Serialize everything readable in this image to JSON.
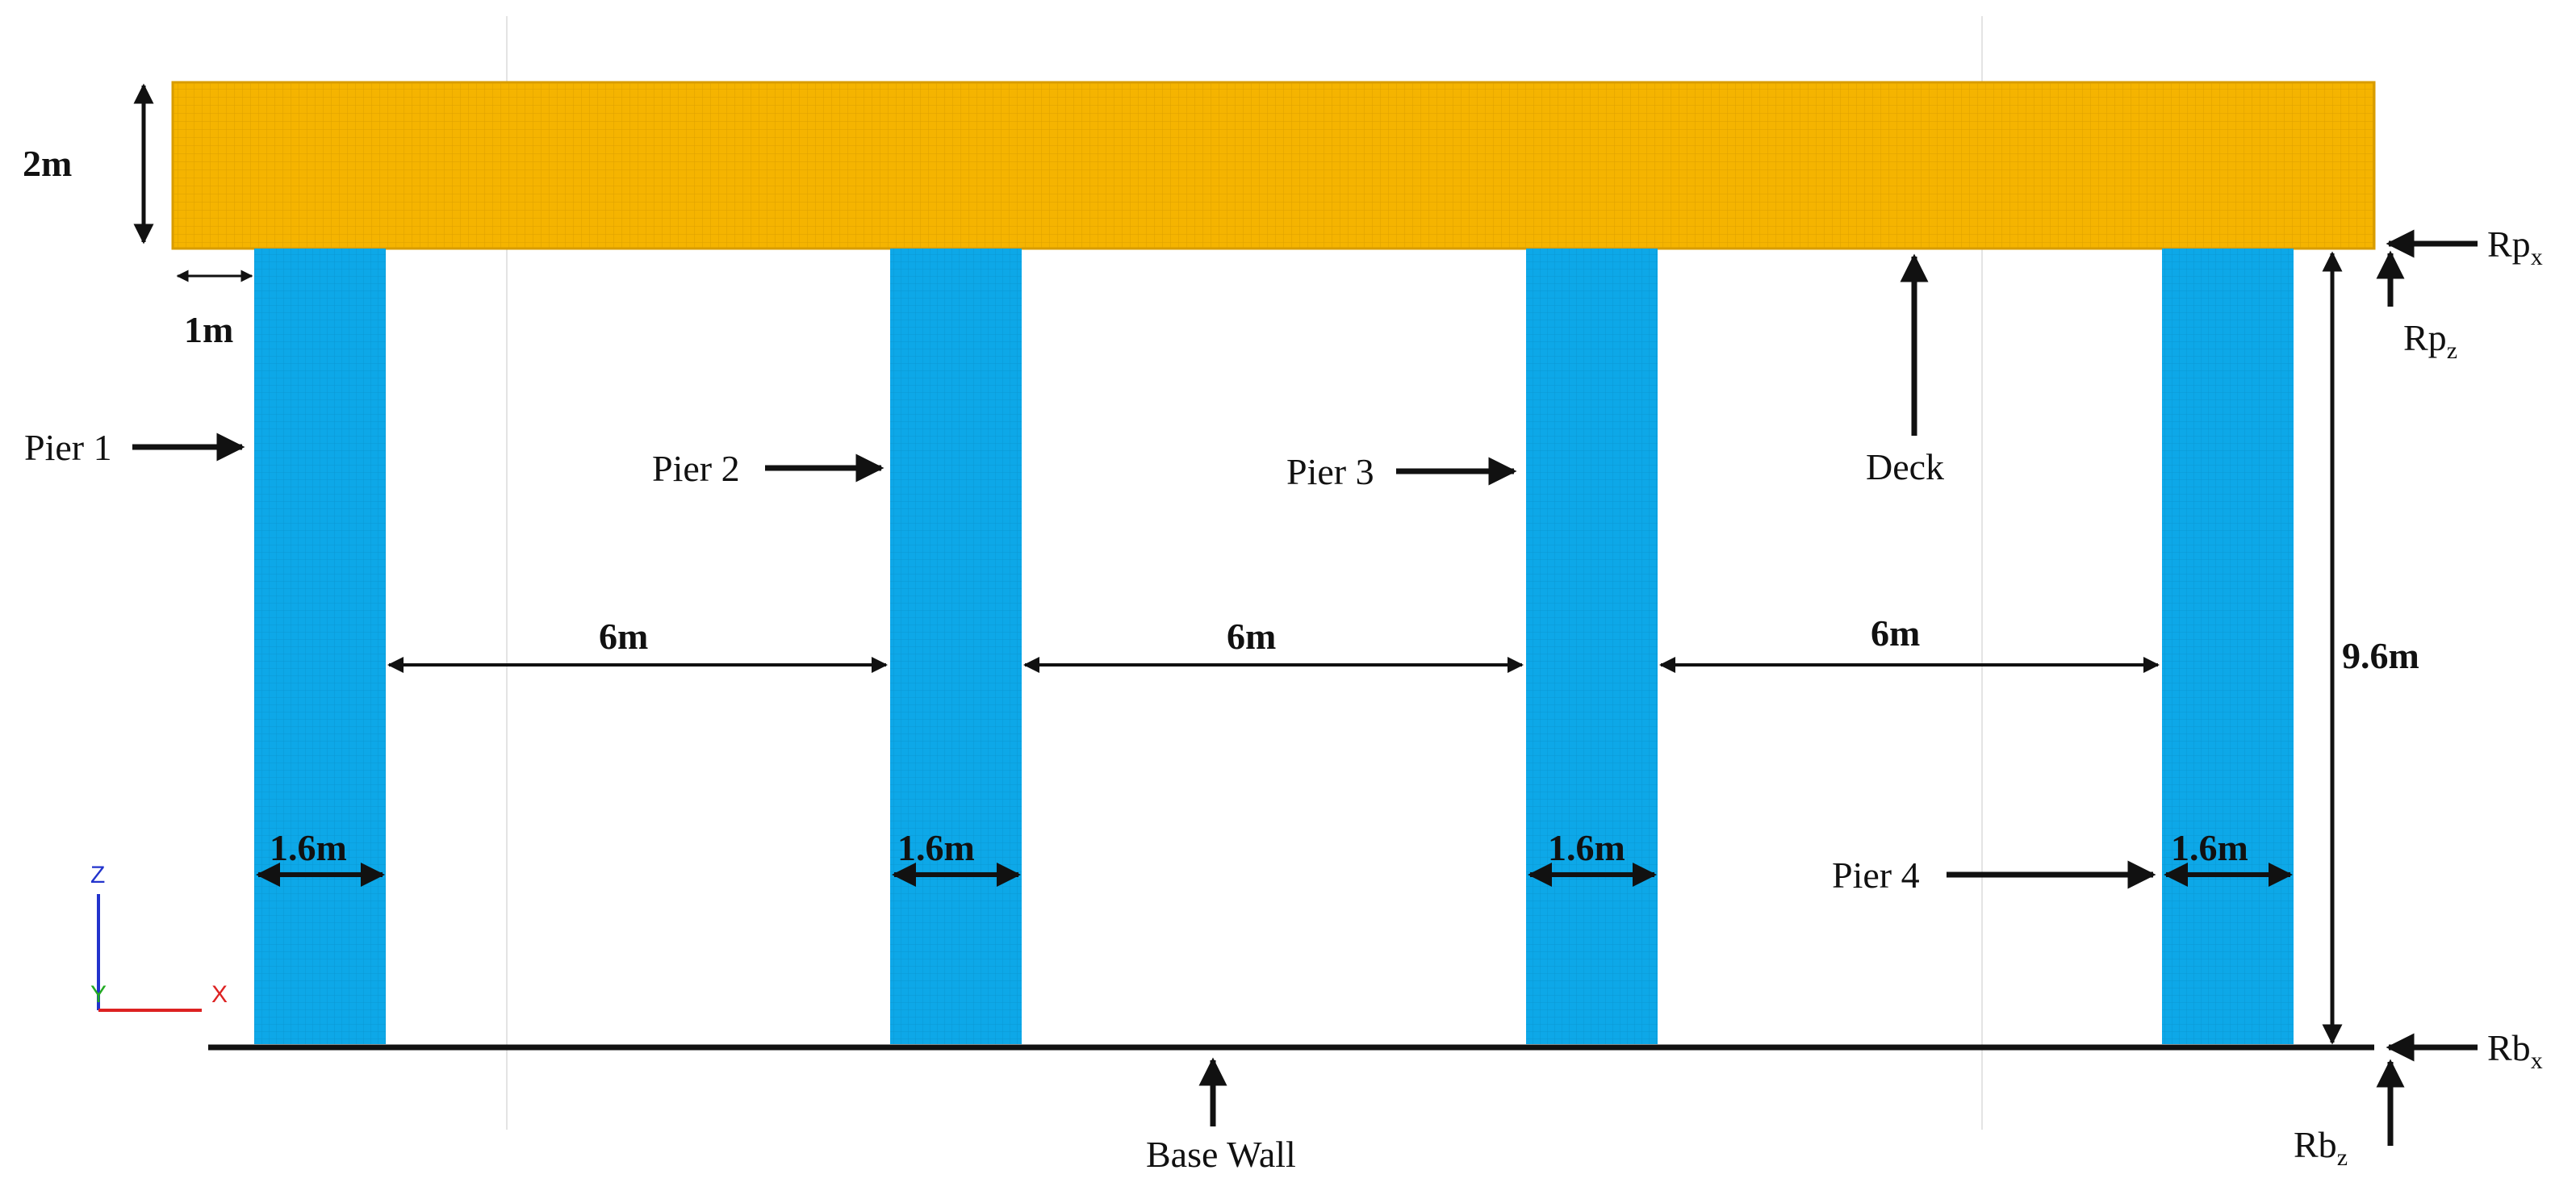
{
  "title": "",
  "dimensions": {
    "deck_depth": "2m",
    "edge_offset": "1m",
    "span_1": "6m",
    "span_2": "6m",
    "span_3": "6m",
    "pier_width_1": "1.6m",
    "pier_width_2": "1.6m",
    "pier_width_3": "1.6m",
    "pier_width_4": "1.6m",
    "pier_height": "9.6m"
  },
  "labels": {
    "pier_1": "Pier 1",
    "pier_2": "Pier 2",
    "pier_3": "Pier 3",
    "pier_4": "Pier 4",
    "deck": "Deck",
    "base_wall": "Base Wall"
  },
  "reactions": {
    "rp_x": {
      "base": "Rp",
      "sub": "x"
    },
    "rp_z": {
      "base": "Rp",
      "sub": "z"
    },
    "rb_x": {
      "base": "Rb",
      "sub": "x"
    },
    "rb_z": {
      "base": "Rb",
      "sub": "z"
    }
  },
  "axes": {
    "z": "Z",
    "y": "Y",
    "x": "X"
  },
  "colors": {
    "deck": "#F5B400",
    "pier": "#0DA8E8",
    "arrow": "#111111",
    "axis_z": "#2233CC",
    "axis_y": "#22AA22",
    "axis_x": "#DD2222"
  }
}
